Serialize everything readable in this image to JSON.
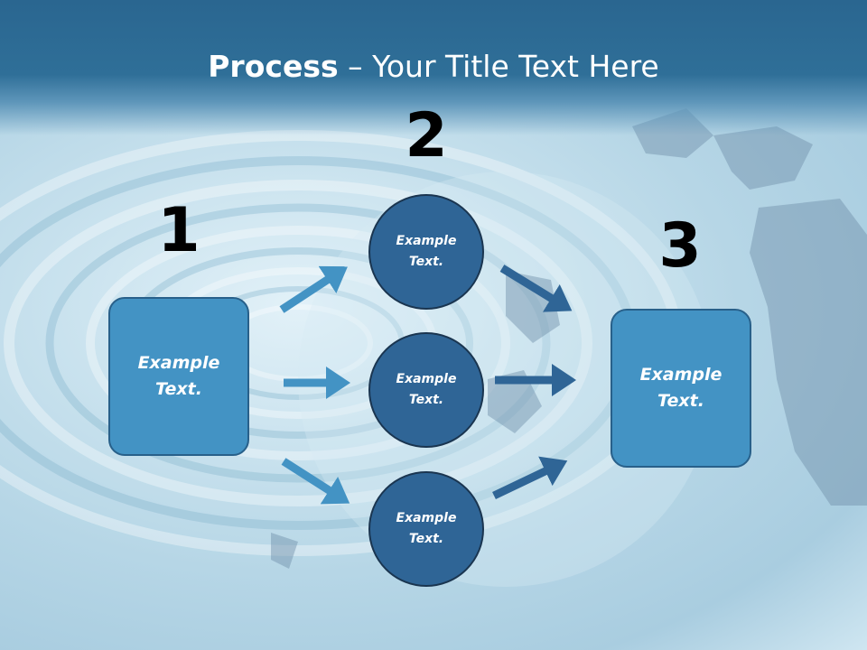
{
  "title": {
    "bold": "Process",
    "rest": " – Your Title Text Here"
  },
  "steps": {
    "one": "1",
    "two": "2",
    "three": "3"
  },
  "nodes": {
    "left": "Example\nText.",
    "top": "Example\nText.",
    "middle": "Example\nText.",
    "bottom": "Example\nText.",
    "right": "Example\nText."
  },
  "colors": {
    "title_band": "#2f6f98",
    "box_fill": "#4393c4",
    "circle_fill": "#2f6596",
    "left_arrows": "#4393c4",
    "right_arrows": "#2f6596"
  }
}
